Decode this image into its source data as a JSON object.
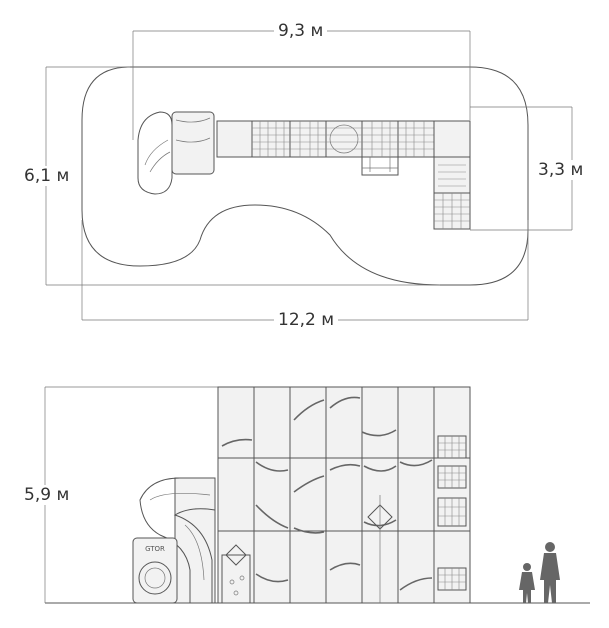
{
  "plan_view": {
    "top_width_label": "9,3 м",
    "overall_width_label": "12,2 м",
    "depth_label": "6,1 м",
    "module_depth_label": "3,3 м"
  },
  "elevation_view": {
    "height_label": "5,9 м",
    "tube_text": "GTOR"
  },
  "colors": {
    "line": "#555555",
    "panel_fill": "#f2f2f2",
    "figure": "#666666"
  }
}
